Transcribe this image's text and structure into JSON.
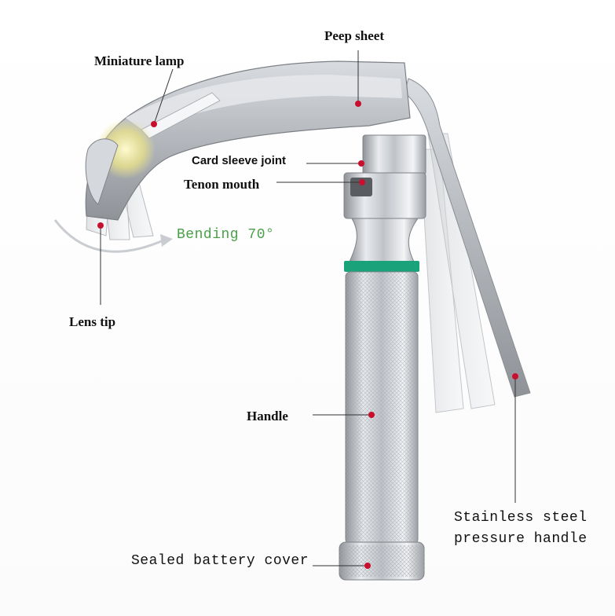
{
  "colors": {
    "marker": "#c8102e",
    "leader": "#333333",
    "accent_ring": "#1aa37a",
    "bending_text": "#4aa04a"
  },
  "labels": {
    "peep_sheet": "Peep sheet",
    "miniature_lamp": "Miniature lamp",
    "card_sleeve_joint": "Card sleeve joint",
    "tenon_mouth": "Tenon mouth",
    "bending": "Bending 70°",
    "lens_tip": "Lens tip",
    "handle": "Handle",
    "stainless_line1": "Stainless steel",
    "stainless_line2": "pressure handle",
    "battery_cover": "Sealed battery cover"
  }
}
